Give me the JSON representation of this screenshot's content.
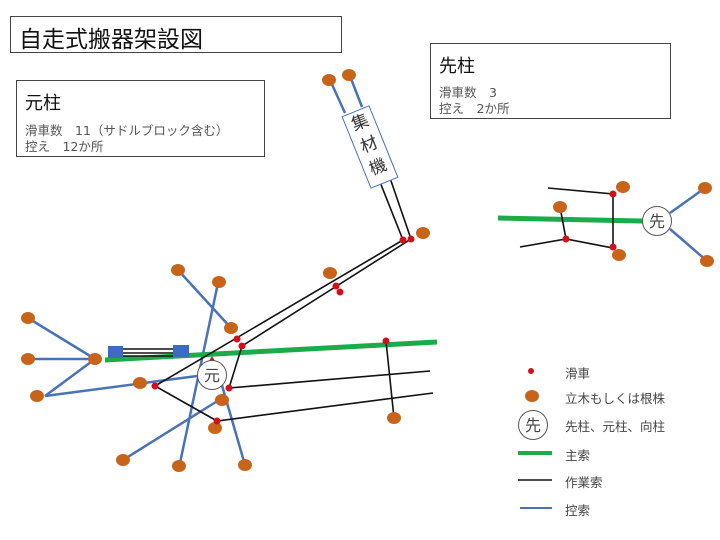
{
  "title": "自走式搬器架設図",
  "moto_box": {
    "heading": "元柱",
    "line1": "滑車数　11（サドルブロック含む）",
    "line2": "控え　12か所"
  },
  "saki_box": {
    "heading": "先柱",
    "line1": "滑車数　3",
    "line2": "控え　2か所"
  },
  "yarder": {
    "chars": [
      "集",
      "材",
      "機"
    ]
  },
  "markers": {
    "moto": "元",
    "saki": "先"
  },
  "legend": {
    "pulley": "滑車",
    "stump": "立木もしくは根株",
    "symbol": "先",
    "pole": "先柱、元柱、向柱",
    "main_rope": "主索",
    "work_rope": "作業索",
    "guy_rope": "控索"
  },
  "colors": {
    "main": "#1aab4b",
    "work": "#111111",
    "guy": "#4a72b8",
    "stump": "#c8641a",
    "pulley": "#d0101a",
    "machine": "#3b6cc4"
  }
}
